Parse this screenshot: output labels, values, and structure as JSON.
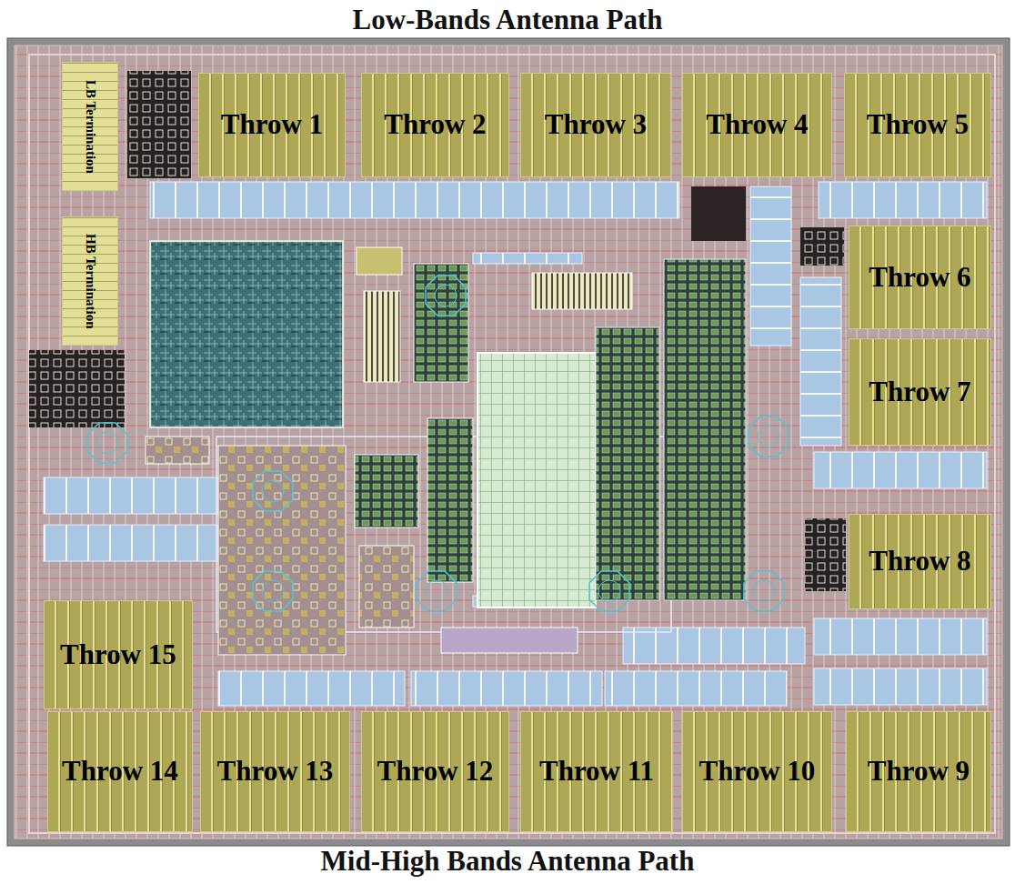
{
  "diagram": {
    "title": "Low-Bands Antenna Path",
    "caption": "Mid-High Bands Antenna Path",
    "nodes": [
      {
        "text": [
          "LB Termination"
        ]
      },
      {
        "text": [
          "Throw 1"
        ]
      },
      {
        "text": [
          "Throw 2"
        ]
      },
      {
        "text": [
          "Throw 3"
        ]
      },
      {
        "text": [
          "Throw 4"
        ]
      },
      {
        "text": [
          "Throw 5"
        ]
      },
      {
        "text": [
          "HB Termination"
        ]
      },
      {
        "text": [
          "Throw 6"
        ]
      },
      {
        "text": [
          "Throw 7"
        ]
      },
      {
        "text": [
          "Throw 8"
        ]
      },
      {
        "text": [
          "Throw 15"
        ]
      },
      {
        "text": [
          "Throw 14"
        ]
      },
      {
        "text": [
          "Throw 13"
        ]
      },
      {
        "text": [
          "Throw 12"
        ]
      },
      {
        "text": [
          "Throw 11"
        ]
      },
      {
        "text": [
          "Throw 10"
        ]
      },
      {
        "text": [
          "Throw 9"
        ]
      }
    ]
  }
}
